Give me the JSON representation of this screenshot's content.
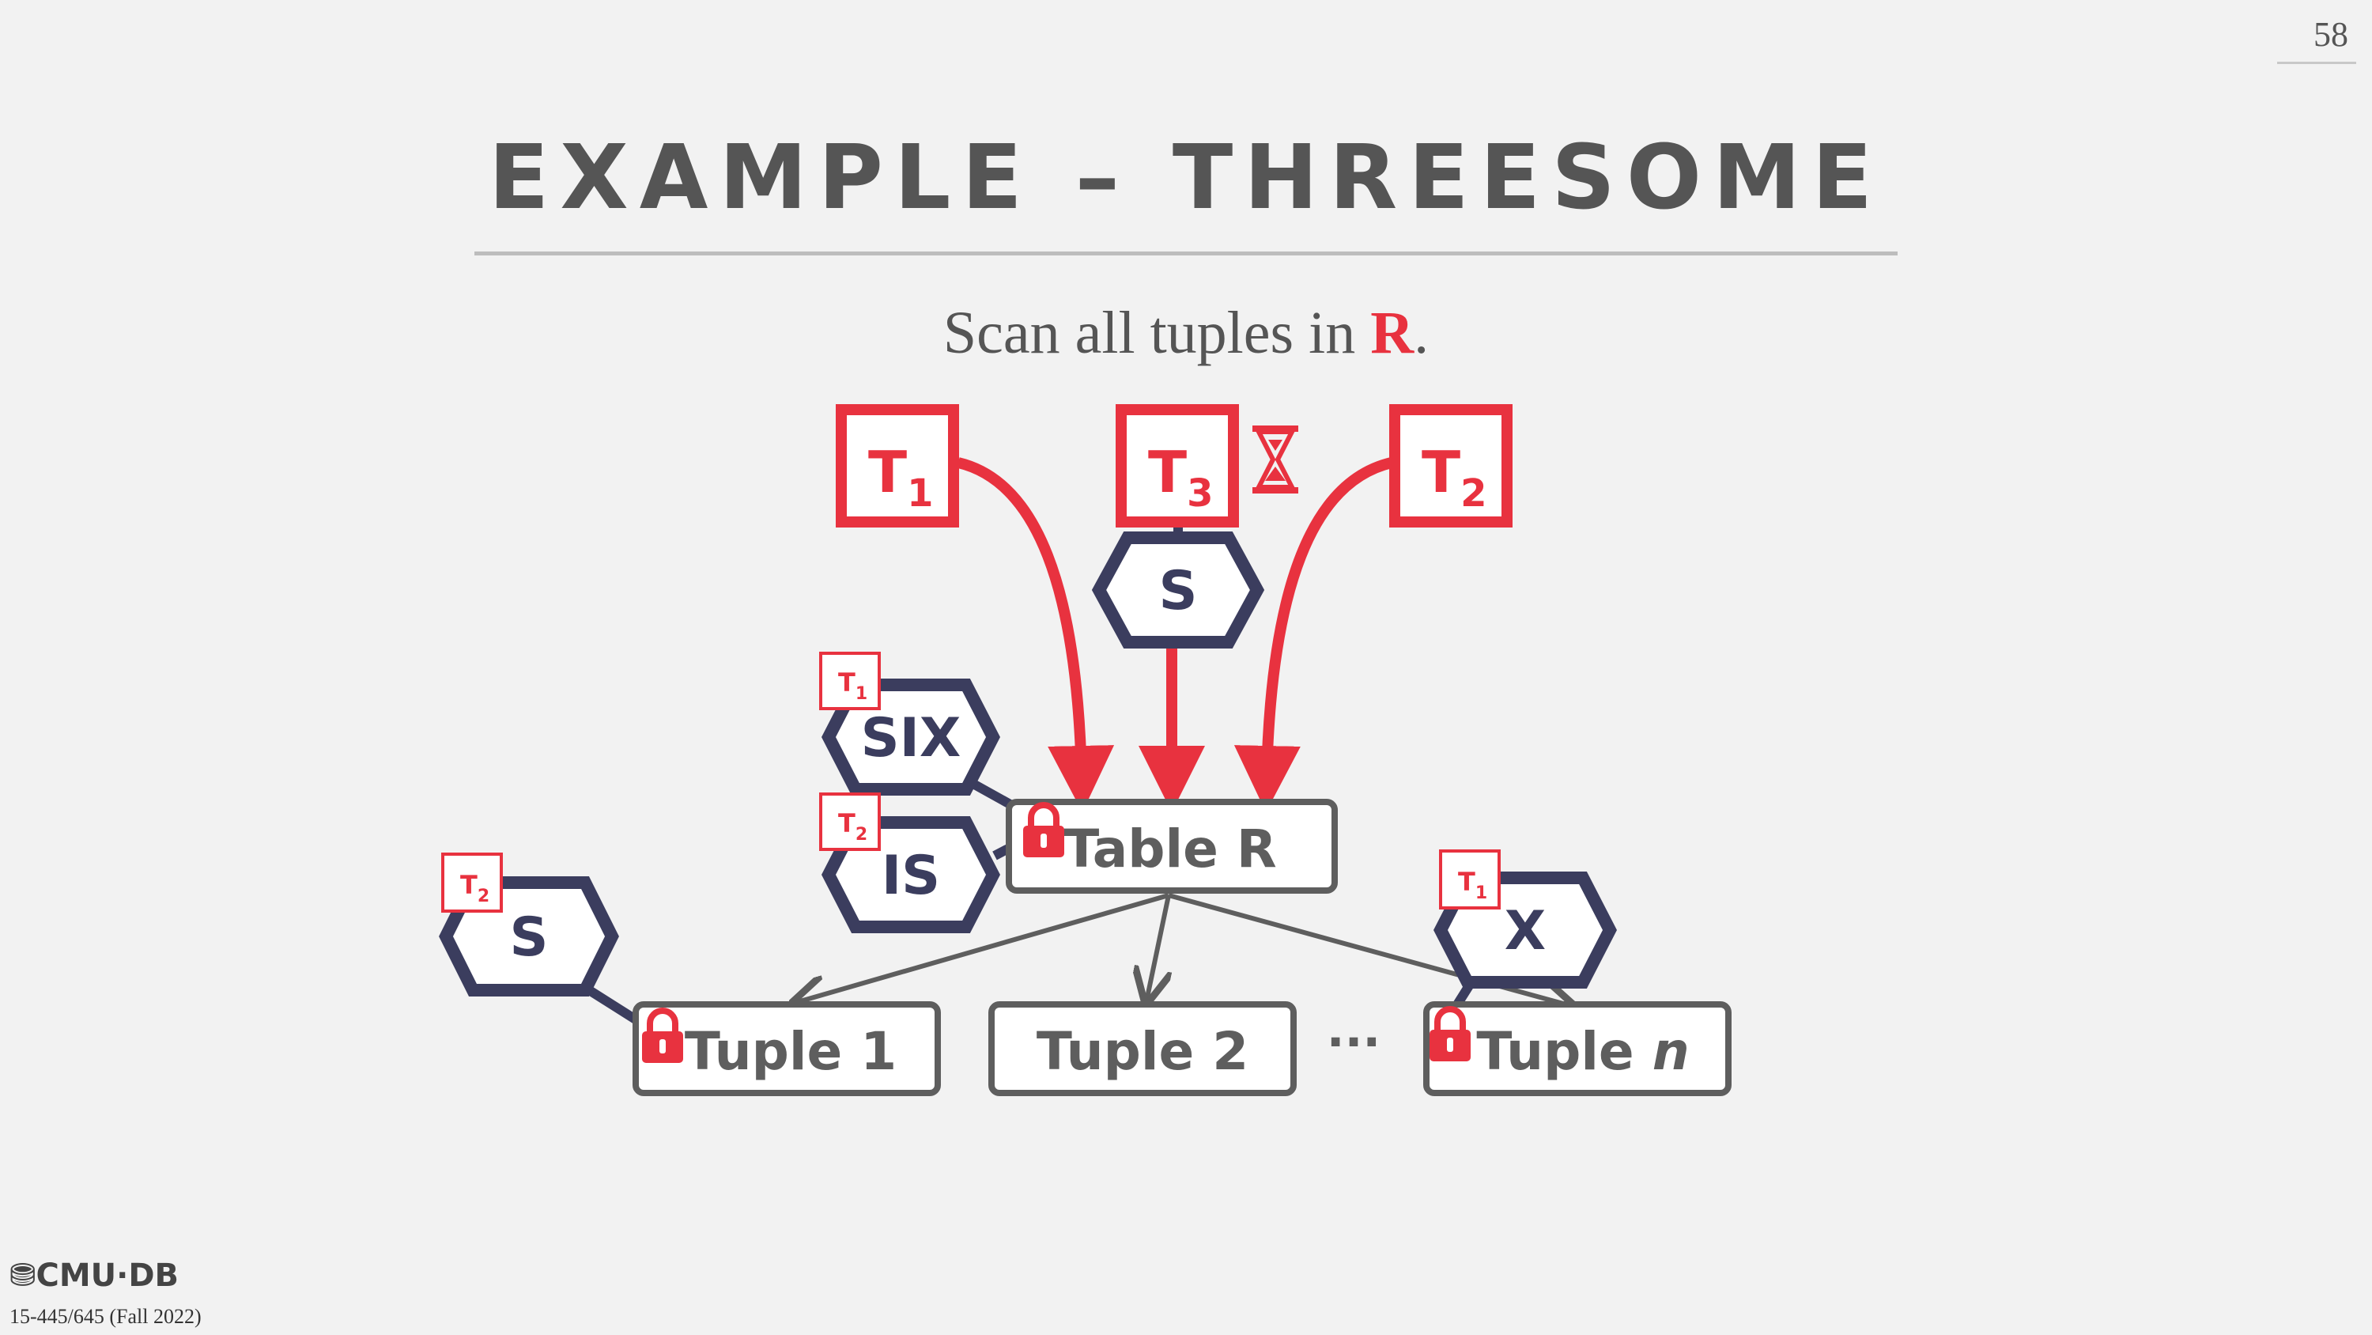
{
  "page": {
    "number": "58"
  },
  "title": "EXAMPLE – THREESOME",
  "subtitle": {
    "prefix": "Scan all tuples in ",
    "emph": "R",
    "suffix": "."
  },
  "transactions": {
    "t1": "T",
    "t1_sub": "1",
    "t3": "T",
    "t3_sub": "3",
    "t2": "T",
    "t2_sub": "2"
  },
  "locks": {
    "t3_request": "S",
    "six": "SIX",
    "six_owner": "T",
    "six_owner_sub": "1",
    "is": "IS",
    "is_owner": "T",
    "is_owner_sub": "2",
    "s_tuple": "S",
    "s_owner": "T",
    "s_owner_sub": "2",
    "x_tuple": "X",
    "x_owner": "T",
    "x_owner_sub": "1"
  },
  "nodes": {
    "table": "Table R",
    "tuple1": "Tuple 1",
    "tuple2": "Tuple 2",
    "ellipsis": "···",
    "tuplen_prefix": "Tuple ",
    "tuplen_var": "n"
  },
  "icons": {
    "wait": "hourglass-icon",
    "lock": "padlock-icon"
  },
  "colors": {
    "red": "#e8323f",
    "navy": "#3b3d5e",
    "gray": "#5e5e5e"
  },
  "footer": {
    "logo": "CMU·DB",
    "course": "15-445/645 (Fall 2022)"
  }
}
